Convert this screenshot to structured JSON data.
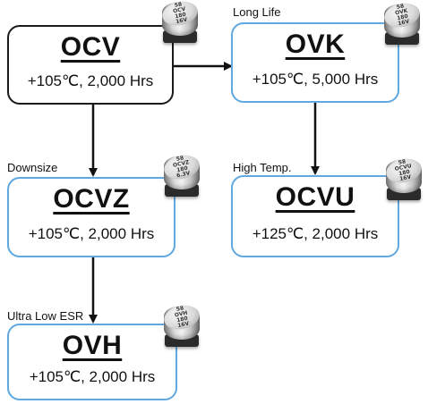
{
  "diagram": {
    "nodes": [
      {
        "id": "ocv",
        "series": "OCV",
        "spec": "+105℃, 2,000 Hrs",
        "caption": "",
        "cap_marking": [
          "58",
          "OCV",
          "180",
          "16V"
        ]
      },
      {
        "id": "ovk",
        "series": "OVK",
        "spec": "+105℃, 5,000 Hrs",
        "caption": "Long Life",
        "cap_marking": [
          "58",
          "OVK",
          "180",
          "16V"
        ]
      },
      {
        "id": "ocvz",
        "series": "OCVZ",
        "spec": "+105℃, 2,000 Hrs",
        "caption": "Downsize",
        "cap_marking": [
          "58",
          "OCVZ",
          "180",
          "6.3V"
        ]
      },
      {
        "id": "ocvu",
        "series": "OCVU",
        "spec": "+125℃, 2,000 Hrs",
        "caption": "High Temp.",
        "cap_marking": [
          "58",
          "OCVU",
          "180",
          "16V"
        ]
      },
      {
        "id": "ovh",
        "series": "OVH",
        "spec": "+105℃, 2,000 Hrs",
        "caption": "Ultra Low ESR",
        "cap_marking": [
          "58",
          "OVH",
          "180",
          "16V"
        ]
      }
    ],
    "edges": [
      {
        "from": "ocv",
        "to": "ovk"
      },
      {
        "from": "ocv",
        "to": "ocvz"
      },
      {
        "from": "ovk",
        "to": "ocvu"
      },
      {
        "from": "ocvz",
        "to": "ovh"
      }
    ],
    "colors": {
      "primary_border": "#1b1b1b",
      "variant_border": "#5fa8e0",
      "arrow": "#111111"
    }
  }
}
